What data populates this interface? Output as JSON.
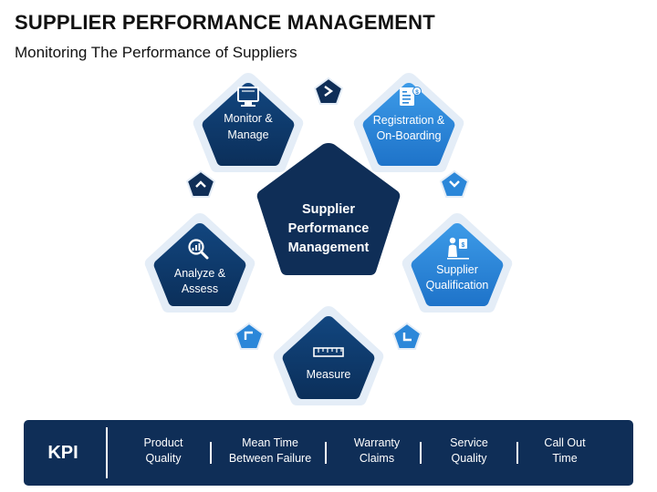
{
  "title": "SUPPLIER PERFORMANCE MANAGEMENT",
  "subtitle": "Monitoring The Performance of Suppliers",
  "center": {
    "line1": "Supplier",
    "line2": "Performance",
    "line3": "Management"
  },
  "nodes": [
    {
      "line1": "Monitor &",
      "line2": "Manage",
      "icon": "monitor-icon",
      "color": "#0f2e57"
    },
    {
      "line1": "Registration &",
      "line2": "On-Boarding",
      "icon": "registration-form-icon",
      "color": "#2b87d9"
    },
    {
      "line1": "Supplier",
      "line2": "Qualification",
      "icon": "qualification-person-icon",
      "color": "#2b87d9"
    },
    {
      "line1": "Measure",
      "line2": "",
      "icon": "ruler-icon",
      "color": "#0f3b6e"
    },
    {
      "line1": "Analyze &",
      "line2": "Assess",
      "icon": "magnifier-chart-icon",
      "color": "#0f3b6e"
    }
  ],
  "kpi": {
    "label": "KPI",
    "items": [
      {
        "line1": "Product",
        "line2": "Quality"
      },
      {
        "line1": "Mean Time",
        "line2": "Between Failure"
      },
      {
        "line1": "Warranty",
        "line2": "Claims"
      },
      {
        "line1": "Service",
        "line2": "Quality"
      },
      {
        "line1": "Call Out",
        "line2": "Time"
      }
    ]
  },
  "colors": {
    "dark_navy": "#0f2e57",
    "mid_navy": "#0f3b6e",
    "light_blue": "#2b87d9",
    "outer_ring": "#e4edf7"
  }
}
